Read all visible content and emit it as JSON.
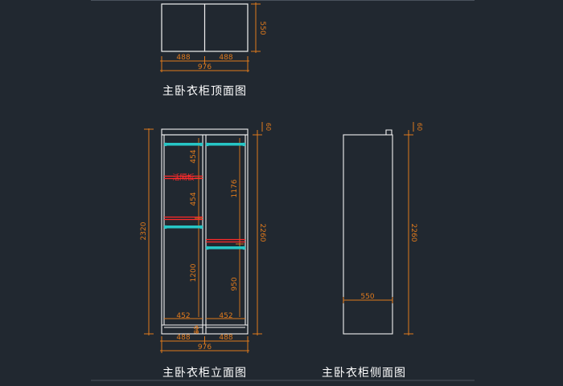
{
  "colors": {
    "background": "#212830",
    "outline": "#f2f2f2",
    "dimension": "#e07a1c",
    "shelf_rod": "#27c6c6",
    "highlight": "#ff2a2a",
    "title": "#ffffff"
  },
  "titles": {
    "top_view": "主卧衣柜顶面图",
    "front_view": "主卧衣柜立面图",
    "side_view": "主卧衣柜侧面图"
  },
  "top_view": {
    "depth": "550",
    "left_width": "488",
    "right_width": "488",
    "total_width": "976"
  },
  "front_view": {
    "total_height": "2320",
    "cabinet_height": "2260",
    "top_mark": "60",
    "left_upper_1": "454",
    "left_upper_2": "454",
    "left_lower": "1200",
    "right_upper": "1176",
    "right_lower": "950",
    "left_inner_width": "452",
    "right_inner_width": "452",
    "base_height": "80",
    "left_width": "488",
    "right_width": "488",
    "total_width": "976",
    "shelf_label": "活隔板"
  },
  "side_view": {
    "height": "2260",
    "top_mark": "60",
    "depth": "550"
  }
}
